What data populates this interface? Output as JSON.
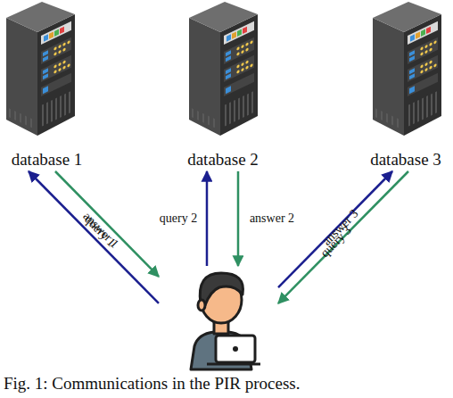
{
  "diagram": {
    "caption": "Fig. 1: Communications in the PIR process.",
    "nodes": [
      {
        "text": [
          "database 1"
        ]
      },
      {
        "text": [
          "database 2"
        ]
      },
      {
        "text": [
          "database 3"
        ]
      },
      {
        "text": []
      }
    ],
    "edges": [
      {
        "from": 3,
        "to": 0,
        "label": "query 1",
        "arrow": "to"
      },
      {
        "from": 0,
        "to": 3,
        "label": "answer 1",
        "arrow": "to"
      },
      {
        "from": 3,
        "to": 1,
        "label": "query 2",
        "arrow": "to"
      },
      {
        "from": 1,
        "to": 3,
        "label": "answer 2",
        "arrow": "to"
      },
      {
        "from": 3,
        "to": 2,
        "label": "query 3",
        "arrow": "to"
      },
      {
        "from": 2,
        "to": 3,
        "label": "answer 3",
        "arrow": "to"
      }
    ]
  }
}
